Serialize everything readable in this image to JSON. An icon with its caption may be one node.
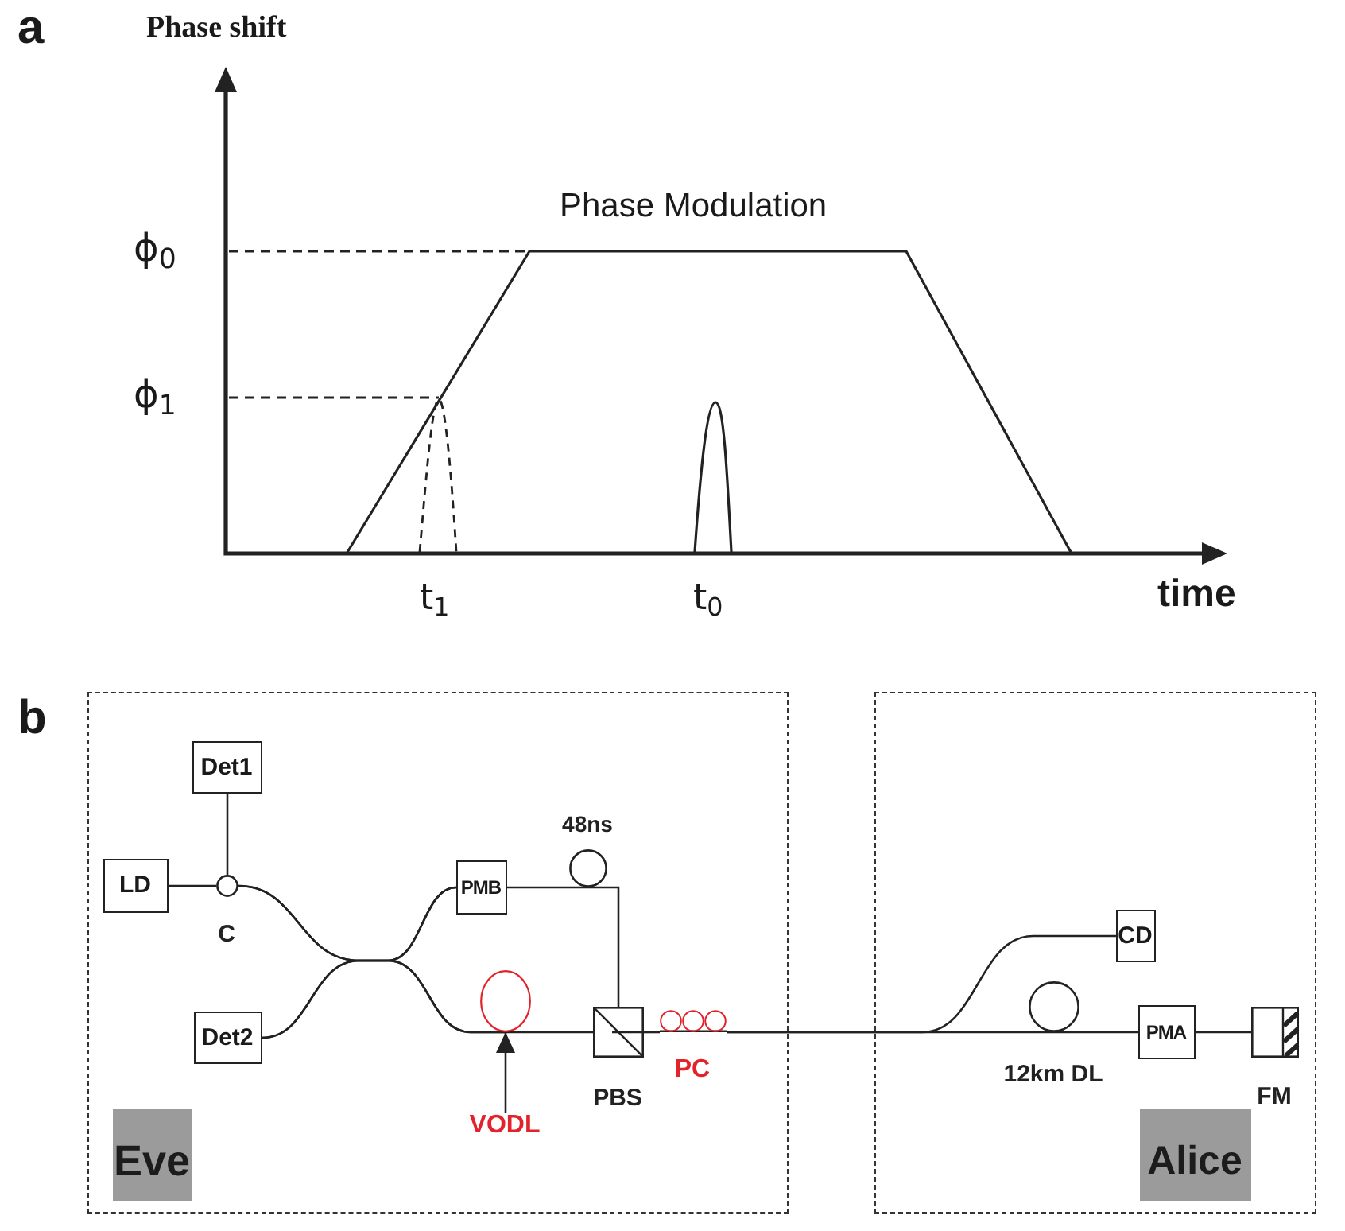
{
  "diagram": {
    "nodes": [
      {
        "text": [
          "Eve"
        ]
      },
      {
        "text": [
          "Det1"
        ],
        "in": 0
      },
      {
        "text": [
          "48ns"
        ],
        "in": 0
      },
      {
        "text": [
          "LD"
        ],
        "in": 0
      },
      {
        "text": [
          "C"
        ],
        "in": 0
      },
      {
        "text": [
          "PMB"
        ],
        "in": 0
      },
      {
        "text": [
          "Det2"
        ],
        "in": 0
      },
      {
        "text": [],
        "shape": "circle",
        "in": 0
      },
      {
        "text": [
          "PBS"
        ],
        "in": 0
      },
      {
        "text": [
          "PC"
        ],
        "in": 0
      },
      {
        "text": [
          "VODL"
        ],
        "in": 0
      },
      {
        "text": [
          "Alice"
        ]
      },
      {
        "text": [
          "CD"
        ],
        "in": 11
      },
      {
        "text": [
          "12km DL"
        ],
        "in": 11
      },
      {
        "text": [
          "PMA"
        ],
        "in": 11
      },
      {
        "text": [
          "FM"
        ],
        "in": 11
      }
    ],
    "edges": [
      {
        "from": 3,
        "to": 4,
        "arrow": "none"
      },
      {
        "from": 1,
        "to": 4,
        "arrow": "none"
      },
      {
        "from": 4,
        "to": 5,
        "arrow": "none"
      },
      {
        "from": 4,
        "to": 7,
        "arrow": "none"
      },
      {
        "from": 6,
        "to": 5,
        "arrow": "none"
      },
      {
        "from": 6,
        "to": 7,
        "arrow": "none"
      },
      {
        "from": 5,
        "to": 2,
        "arrow": "none"
      },
      {
        "from": 2,
        "to": 8,
        "arrow": "none"
      },
      {
        "from": 7,
        "to": 8,
        "arrow": "none"
      },
      {
        "from": 10,
        "to": 7,
        "arrow": "to"
      },
      {
        "from": 8,
        "to": 9,
        "arrow": "none"
      },
      {
        "from": 9,
        "to": 12,
        "arrow": "none"
      },
      {
        "from": 9,
        "to": 13,
        "arrow": "none"
      },
      {
        "from": 13,
        "to": 14,
        "arrow": "none"
      },
      {
        "from": 14,
        "to": 15,
        "arrow": "none"
      }
    ],
    "labels": [
      "a",
      "Phase shift",
      "Phase Modulation",
      "ϕ$_{0}$",
      "ϕ$_{1}$",
      "t$_{1}$",
      "t$_{0}$",
      "time",
      "b"
    ]
  }
}
